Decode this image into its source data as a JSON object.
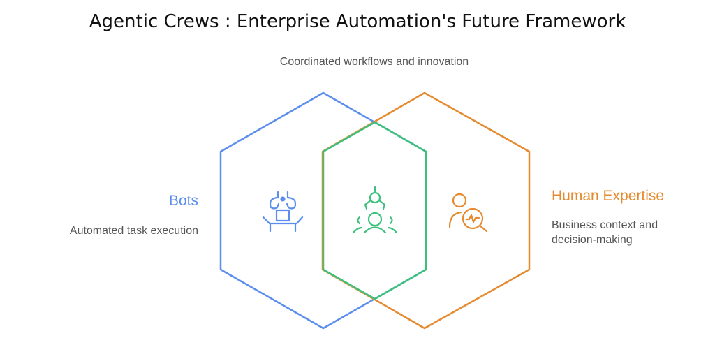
{
  "title": "Agentic Crews : Enterprise Automation's Future Framework",
  "center": {
    "label": "Coordinated workflows and innovation",
    "icon": "robot-arm-team-icon"
  },
  "bots": {
    "title": "Bots",
    "description": "Automated task execution",
    "icon": "robot-icon"
  },
  "human": {
    "title": "Human Expertise",
    "description": "Business context and decision-making",
    "icon": "person-analysis-icon"
  },
  "colors": {
    "bots": "#5B8DEF",
    "human": "#E58A2E",
    "overlap": "#3DC07C"
  }
}
